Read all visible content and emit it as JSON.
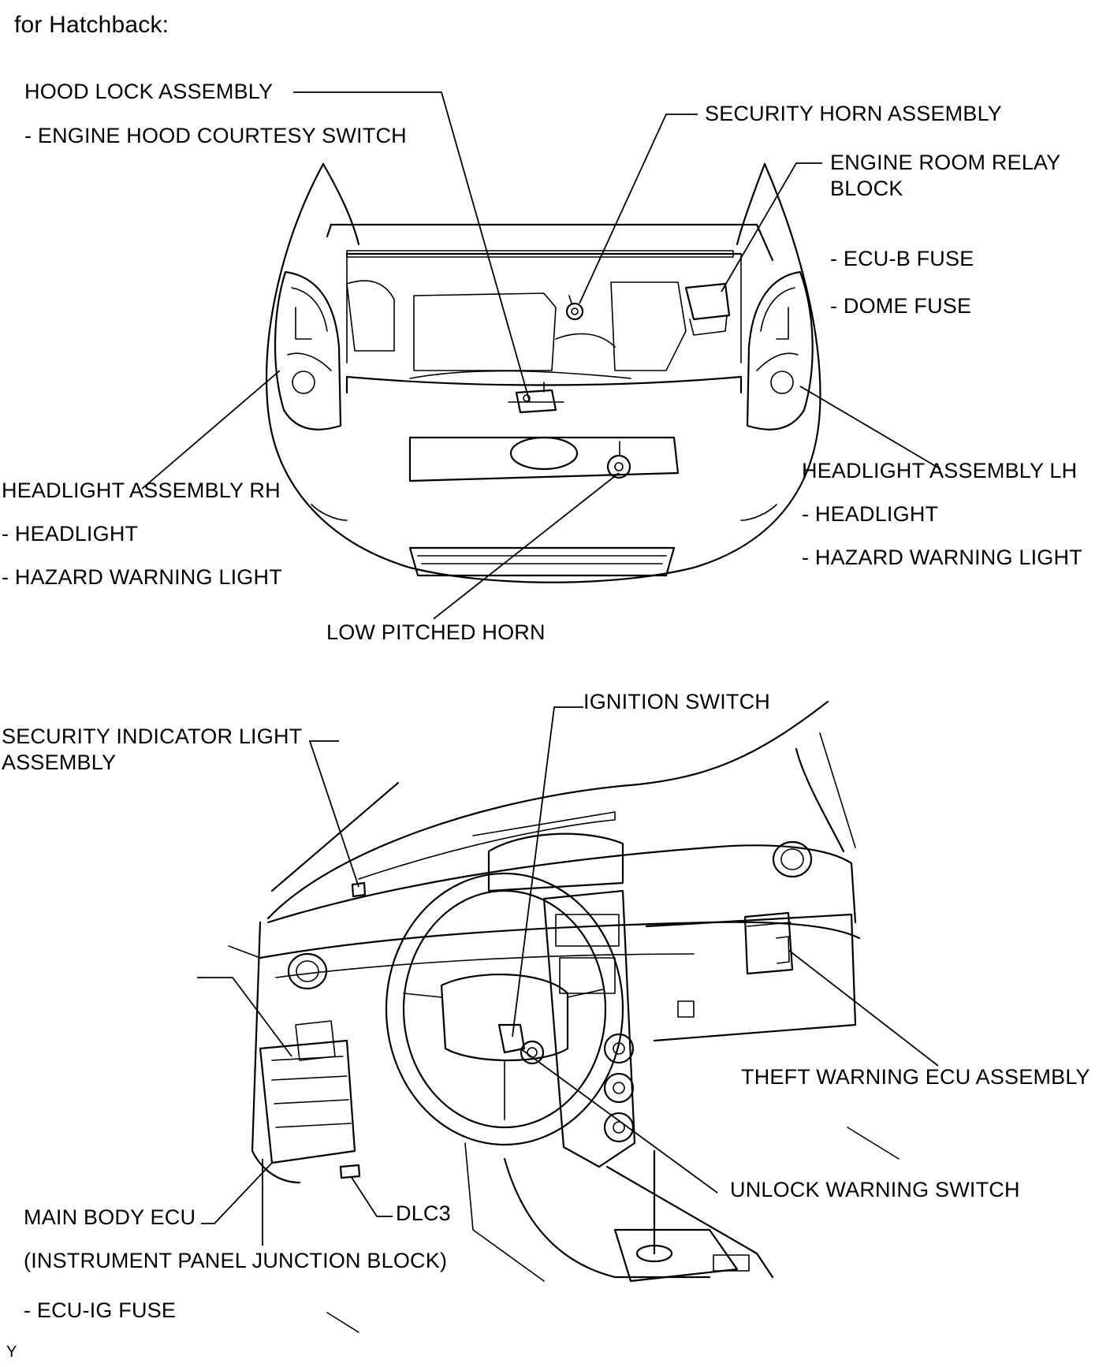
{
  "title": "for Hatchback:",
  "figure_code": "Y",
  "front_view": {
    "labels": {
      "hood_lock": "HOOD LOCK ASSEMBLY",
      "hood_courtesy_switch": "- ENGINE HOOD COURTESY SWITCH",
      "security_horn": "SECURITY HORN ASSEMBLY",
      "relay_block_line1": "ENGINE ROOM RELAY",
      "relay_block_line2": "BLOCK",
      "ecu_b_fuse": "- ECU-B FUSE",
      "dome_fuse": "- DOME FUSE",
      "headlight_rh": "HEADLIGHT ASSEMBLY RH",
      "headlight_rh_sub1": "- HEADLIGHT",
      "headlight_rh_sub2": "- HAZARD WARNING LIGHT",
      "headlight_lh": "HEADLIGHT ASSEMBLY LH",
      "headlight_lh_sub1": "- HEADLIGHT",
      "headlight_lh_sub2": "- HAZARD WARNING LIGHT",
      "low_pitched_horn": "LOW PITCHED HORN"
    }
  },
  "interior_view": {
    "labels": {
      "ignition_switch": "IGNITION SWITCH",
      "security_indicator_line1": "SECURITY INDICATOR LIGHT",
      "security_indicator_line2": "ASSEMBLY",
      "theft_warning_ecu": "THEFT WARNING ECU ASSEMBLY",
      "unlock_warning_switch": "UNLOCK WARNING SWITCH",
      "main_body_ecu": "MAIN BODY ECU",
      "dlc3": "DLC3",
      "junction_block": "(INSTRUMENT PANEL JUNCTION BLOCK)",
      "ecu_ig_fuse": "- ECU-IG FUSE"
    }
  }
}
